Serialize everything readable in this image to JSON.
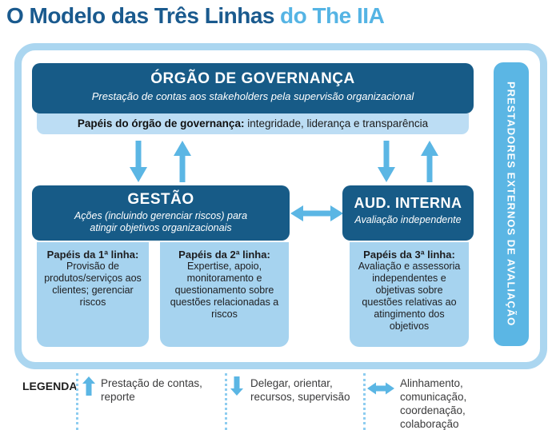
{
  "title": {
    "main": "O Modelo das Três Linhas",
    "accent": "do The IIA"
  },
  "colors": {
    "dark_blue": "#175B87",
    "accent_blue": "#5BB6E4",
    "strip_blue": "#BCDDF4",
    "role_box_blue": "#A6D3EF",
    "frame_blue": "#ABD6F0",
    "title_dark": "#1A5A8E",
    "title_light": "#55B4E4"
  },
  "governance": {
    "title": "ÓRGÃO DE GOVERNANÇA",
    "subtitle": "Prestação de contas aos stakeholders pela supervisão organizacional",
    "roles_bold": "Papéis do órgão de governança:",
    "roles_rest": " integridade, liderança e transparência"
  },
  "management": {
    "title": "GESTÃO",
    "subtitle": "Ações (incluindo gerenciar riscos) para atingir objetivos organizacionais"
  },
  "internal_audit": {
    "title": "AUD. INTERNA",
    "subtitle": "Avaliação independente"
  },
  "lines": [
    {
      "header": "Papéis da 1ª linha:",
      "body": "Provisão de produtos/serviços aos clientes; gerenciar riscos"
    },
    {
      "header": "Papéis da 2ª linha:",
      "body": "Expertise, apoio, monitoramento e questionamento sobre questões relacionadas a riscos"
    },
    {
      "header": "Papéis da 3ª linha:",
      "body": "Avaliação e assessoria independentes e objetivas sobre questões relativas ao atingimento dos objetivos"
    }
  ],
  "external_assurance": {
    "label": "PRESTADORES EXTERNOS DE AVALIAÇÃO"
  },
  "legend": {
    "label": "LEGENDA",
    "items": [
      {
        "icon": "up-arrow",
        "text": "Prestação de contas, reporte"
      },
      {
        "icon": "down-arrow",
        "text": "Delegar, orientar, recursos, supervisão"
      },
      {
        "icon": "double-arrow",
        "text": "Alinhamento, comunicação, coordenação, colaboração"
      }
    ]
  }
}
